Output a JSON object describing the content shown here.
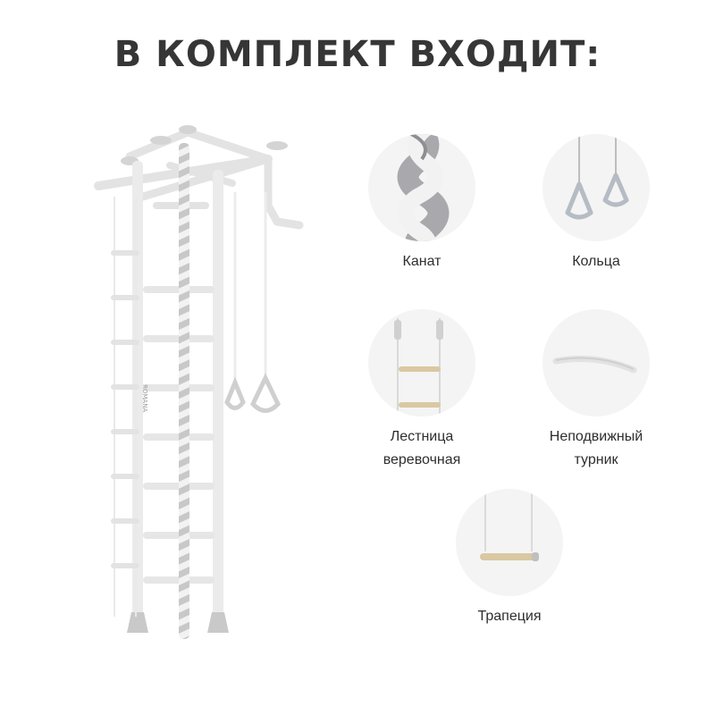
{
  "heading": "В КОМПЛЕКТ ВХОДИТ:",
  "product_image": {
    "icon": "wall-bars-with-rope-and-rings",
    "brand_mark": "ROMANA",
    "frame_color": "#e6e6e6",
    "accent_color": "#bdbdbd"
  },
  "items": [
    {
      "label": "Канат",
      "icon": "rope-icon"
    },
    {
      "label": "Кольца",
      "icon": "gymnastic-rings-icon"
    },
    {
      "label": "Лестница\nверевочная",
      "icon": "rope-ladder-icon"
    },
    {
      "label": "Неподвижный\nтурник",
      "icon": "pull-up-bar-icon"
    },
    {
      "label": "Трапеция",
      "icon": "trapeze-icon"
    }
  ]
}
